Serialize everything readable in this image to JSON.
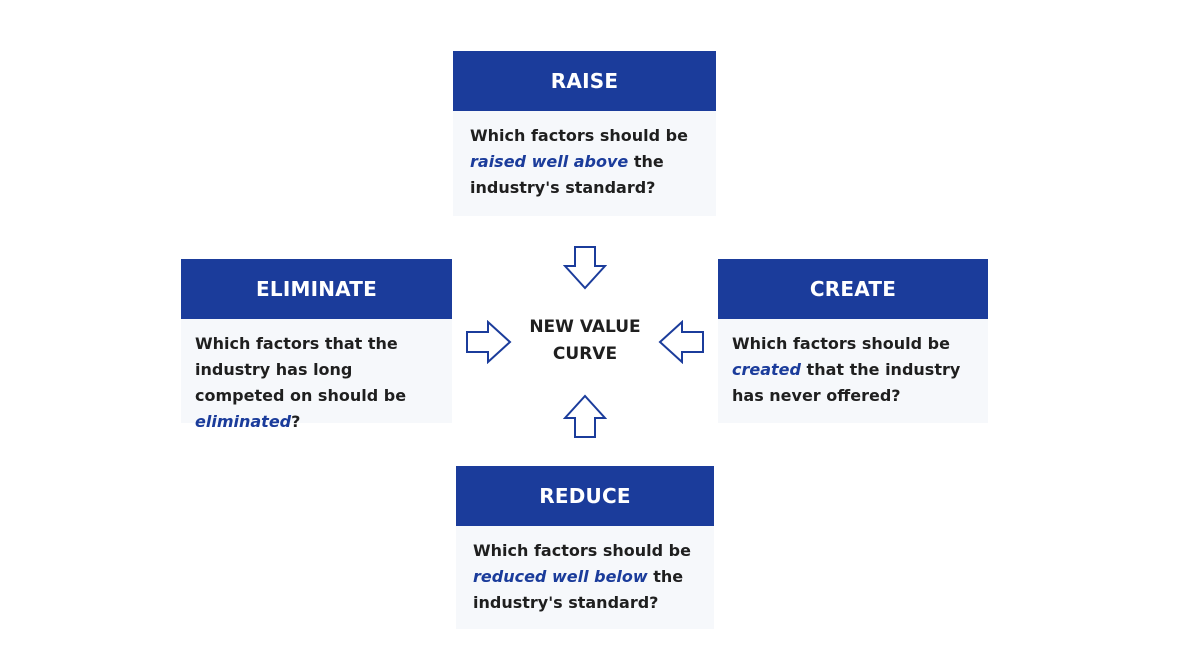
{
  "center": {
    "label_line1": "NEW VALUE",
    "label_line2": "CURVE"
  },
  "panels": {
    "raise": {
      "title": "RAISE",
      "text_before": "Which factors should be ",
      "text_emphasis": "raised well above",
      "text_after": " the industry's standard?"
    },
    "eliminate": {
      "title": "ELIMINATE",
      "text_before": "Which factors that the industry has long competed on should be ",
      "text_emphasis": "eliminated",
      "text_after": "?"
    },
    "create": {
      "title": "CREATE",
      "text_before": "Which factors should be ",
      "text_emphasis": "created",
      "text_after": " that the industry has never offered?"
    },
    "reduce": {
      "title": "REDUCE",
      "text_before": "Which factors should be ",
      "text_emphasis": "reduced well below",
      "text_after": " the industry's standard?"
    }
  },
  "colors": {
    "header_blue": "#1b3c9b",
    "panel_background": "#f6f8fb",
    "arrow_outline": "#1b3c9b"
  },
  "icons": {
    "arrow_top": "arrow-down-outline-icon",
    "arrow_bottom": "arrow-up-outline-icon",
    "arrow_left": "arrow-right-outline-icon",
    "arrow_right": "arrow-left-outline-icon"
  }
}
